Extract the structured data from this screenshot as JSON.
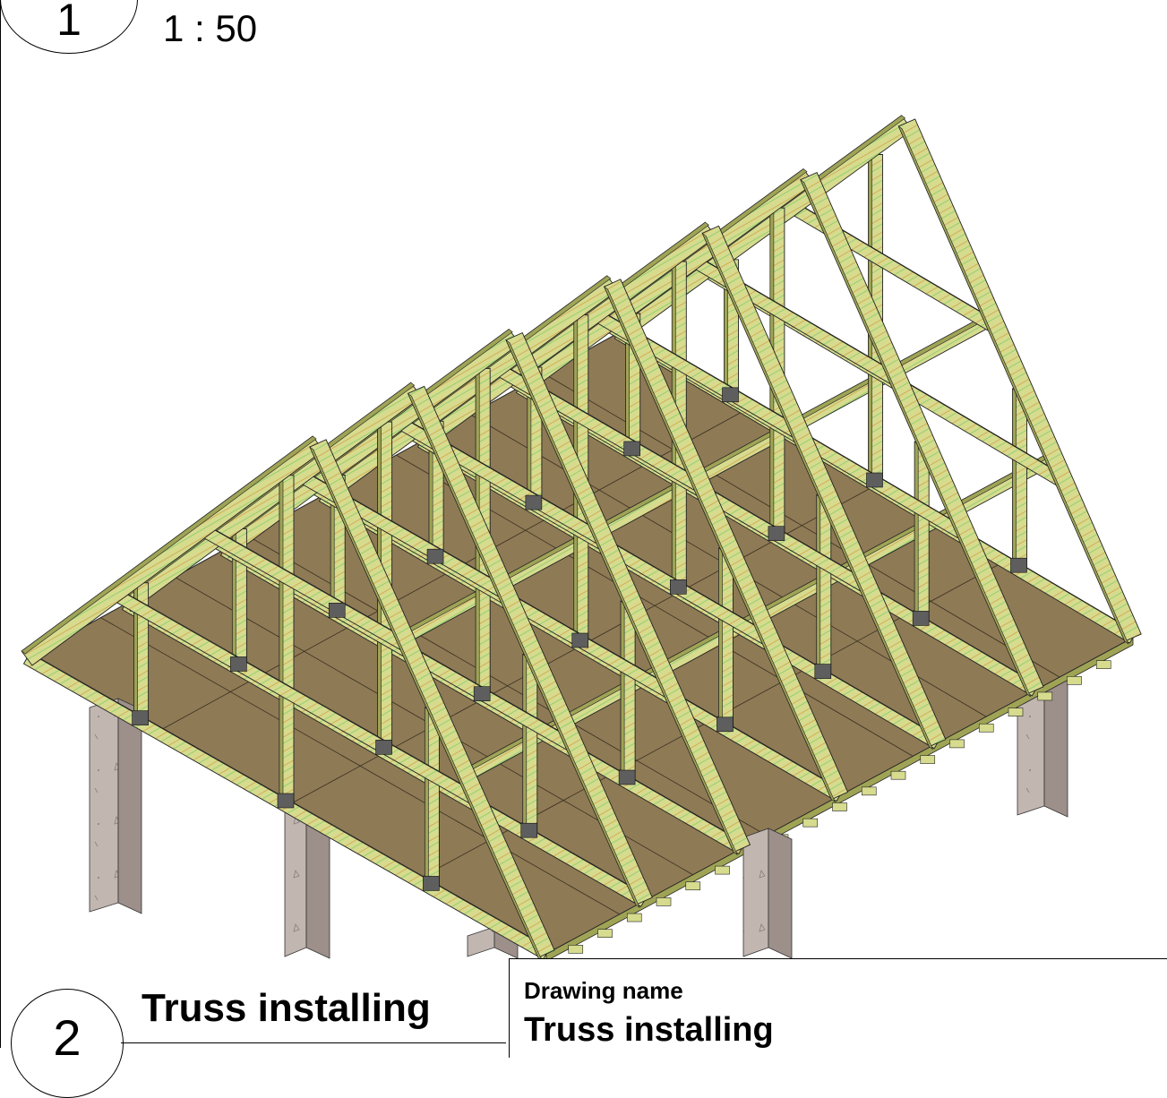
{
  "top_view": {
    "number": "1",
    "scale": "1 : 50"
  },
  "bottom_view": {
    "number": "2",
    "title": "Truss installing"
  },
  "title_block": {
    "caption": "Drawing name",
    "drawing_name": "Truss installing"
  },
  "colors": {
    "timber": "#d6db8e",
    "timber_dark": "#9fa455",
    "timber_grain": "#d4a24a",
    "timber_grain_alt": "#7fcf6a",
    "floor": "#8e7a55",
    "floor_line": "#3a3020",
    "concrete": "#c2b6b1",
    "concrete_dark": "#9d8f8a",
    "bracket": "#5e5e5e",
    "line": "#000000"
  }
}
